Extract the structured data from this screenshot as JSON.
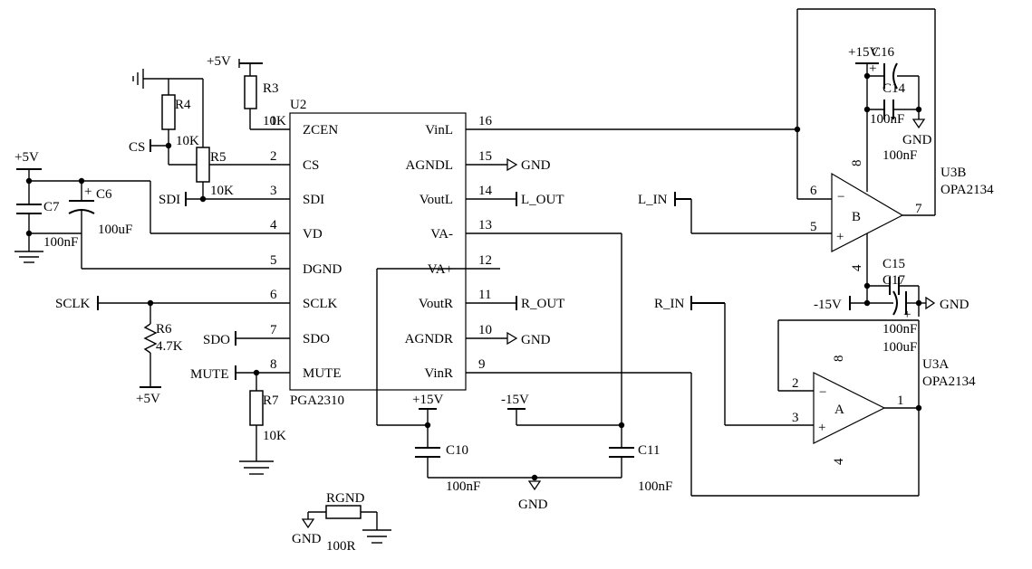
{
  "ic": {
    "ref": "U2",
    "part": "PGA2310",
    "left_pins": [
      {
        "num": "1",
        "name": "ZCEN"
      },
      {
        "num": "2",
        "name": "CS"
      },
      {
        "num": "3",
        "name": "SDI"
      },
      {
        "num": "4",
        "name": "VD"
      },
      {
        "num": "5",
        "name": "DGND"
      },
      {
        "num": "6",
        "name": "SCLK"
      },
      {
        "num": "7",
        "name": "SDO"
      },
      {
        "num": "8",
        "name": "MUTE"
      }
    ],
    "right_pins": [
      {
        "num": "16",
        "name": "VinL"
      },
      {
        "num": "15",
        "name": "AGNDL"
      },
      {
        "num": "14",
        "name": "VoutL"
      },
      {
        "num": "13",
        "name": "VA-"
      },
      {
        "num": "12",
        "name": "VA+"
      },
      {
        "num": "11",
        "name": "VoutR"
      },
      {
        "num": "10",
        "name": "AGNDR"
      },
      {
        "num": "9",
        "name": "VinR"
      }
    ]
  },
  "resistors": {
    "r3": {
      "ref": "R3",
      "value": "10K"
    },
    "r4": {
      "ref": "R4",
      "value": "10K"
    },
    "r5": {
      "ref": "R5",
      "value": "10K"
    },
    "r6": {
      "ref": "R6",
      "value": "4.7K"
    },
    "r7": {
      "ref": "R7",
      "value": "10K"
    },
    "rgnd": {
      "ref": "RGND",
      "value": "100R"
    }
  },
  "capacitors": {
    "c6": {
      "ref": "C6",
      "value": "100uF"
    },
    "c7": {
      "ref": "C7",
      "value": "100nF"
    },
    "c10": {
      "ref": "C10",
      "value": "100nF"
    },
    "c11": {
      "ref": "C11",
      "value": "100nF"
    },
    "c14": {
      "ref": "C14",
      "value": "100nF"
    },
    "c15": {
      "ref": "C15",
      "value": "100nF"
    },
    "c16": {
      "ref": "C16",
      "value": "100nF"
    },
    "c17": {
      "ref": "C17",
      "value": "100uF"
    }
  },
  "opamps": {
    "u3b": {
      "ref": "U3B",
      "part": "OPA2134",
      "unit": "B",
      "pin_inv": "6",
      "pin_noninv": "5",
      "pin_out": "7",
      "pin_vpos": "8",
      "pin_vneg": "4"
    },
    "u3a": {
      "ref": "U3A",
      "part": "OPA2134",
      "unit": "A",
      "pin_inv": "2",
      "pin_noninv": "3",
      "pin_out": "1",
      "pin_vpos": "8",
      "pin_vneg": "4"
    }
  },
  "nets": {
    "p5v_a": "+5V",
    "p5v_b": "+5V",
    "p5v_c": "+5V",
    "cs": "CS",
    "sdi": "SDI",
    "sclk": "SCLK",
    "sdo": "SDO",
    "mute": "MUTE",
    "l_out": "L_OUT",
    "r_out": "R_OUT",
    "l_in": "L_IN",
    "r_in": "R_IN",
    "gnd_agndl": "GND",
    "gnd_agndr": "GND",
    "gnd_caps": "GND",
    "gnd_rgnd": "GND",
    "gnd_c14": "GND",
    "gnd_c15": "GND",
    "p15v_ic": "+15V",
    "m15v_ic": "-15V",
    "p15v_op": "+15V",
    "m15v_op": "-15V"
  }
}
